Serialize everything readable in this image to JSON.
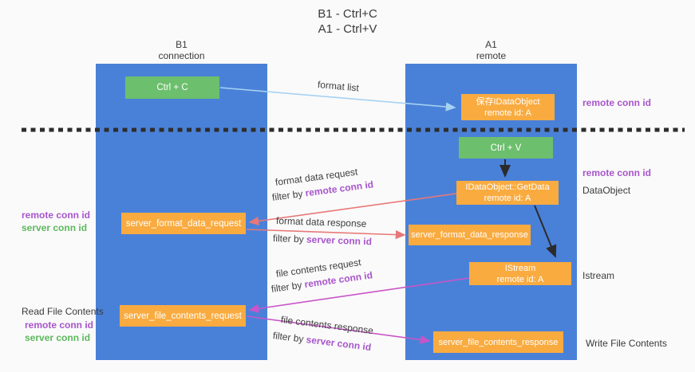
{
  "title": {
    "line1": "B1 - Ctrl+C",
    "line2": "A1 - Ctrl+V"
  },
  "columns": {
    "left": {
      "header_line1": "B1",
      "header_line2": "connection"
    },
    "right": {
      "header_line1": "A1",
      "header_line2": "remote"
    }
  },
  "nodes": {
    "ctrl_c": {
      "label": "Ctrl + C"
    },
    "save_idataobject": {
      "line1": "保存IDataObject",
      "line2": "remote id: A"
    },
    "ctrl_v": {
      "label": "Ctrl + V"
    },
    "getdata": {
      "line1": "IDataObject::GetData",
      "line2": "remote id: A"
    },
    "format_request": {
      "label": "server_format_data_request"
    },
    "format_response": {
      "label": "server_format_data_response"
    },
    "istream": {
      "line1": "IStream",
      "line2": "remote id: A"
    },
    "file_request": {
      "label": "server_file_contents_request"
    },
    "file_response": {
      "label": "server_file_contents_response"
    }
  },
  "side_labels": {
    "remote_conn_id_top": "remote conn id",
    "remote_conn_id_mid": "remote conn id",
    "dataobject": "DataObject",
    "istream": "Istream",
    "write_file_contents": "Write File Contents",
    "read_file_contents": "Read File Contents",
    "left_format": {
      "remote": "remote conn id",
      "server": "server conn id"
    },
    "left_file": {
      "remote": "remote conn id",
      "server": "server conn id"
    }
  },
  "edge_labels": {
    "format_list": "format list",
    "format_data_request": "format data request",
    "format_data_request_filter_prefix": "filter by ",
    "format_data_request_filter_key": "remote conn id",
    "format_data_response": "format data response",
    "format_data_response_filter_prefix": "filter by ",
    "format_data_response_filter_key": "server conn id",
    "file_contents_request": "file contents request",
    "file_contents_request_filter_prefix": "filter by ",
    "file_contents_request_filter_key": "remote conn id",
    "file_contents_response": "file contents response",
    "file_contents_response_filter_prefix": "filter by ",
    "file_contents_response_filter_key": "server conn id"
  },
  "colors": {
    "column_blue": "#4a81d8",
    "box_green": "#6cbf6c",
    "box_orange": "#f9ab40",
    "purple": "#a855cc",
    "green_text": "#5cb85c",
    "magenta": "#c855c8",
    "salmon_arrow": "#e87878",
    "light_blue_arrow": "#a6d2f2",
    "black_arrow": "#2b2b2b",
    "background": "#fafafa"
  }
}
